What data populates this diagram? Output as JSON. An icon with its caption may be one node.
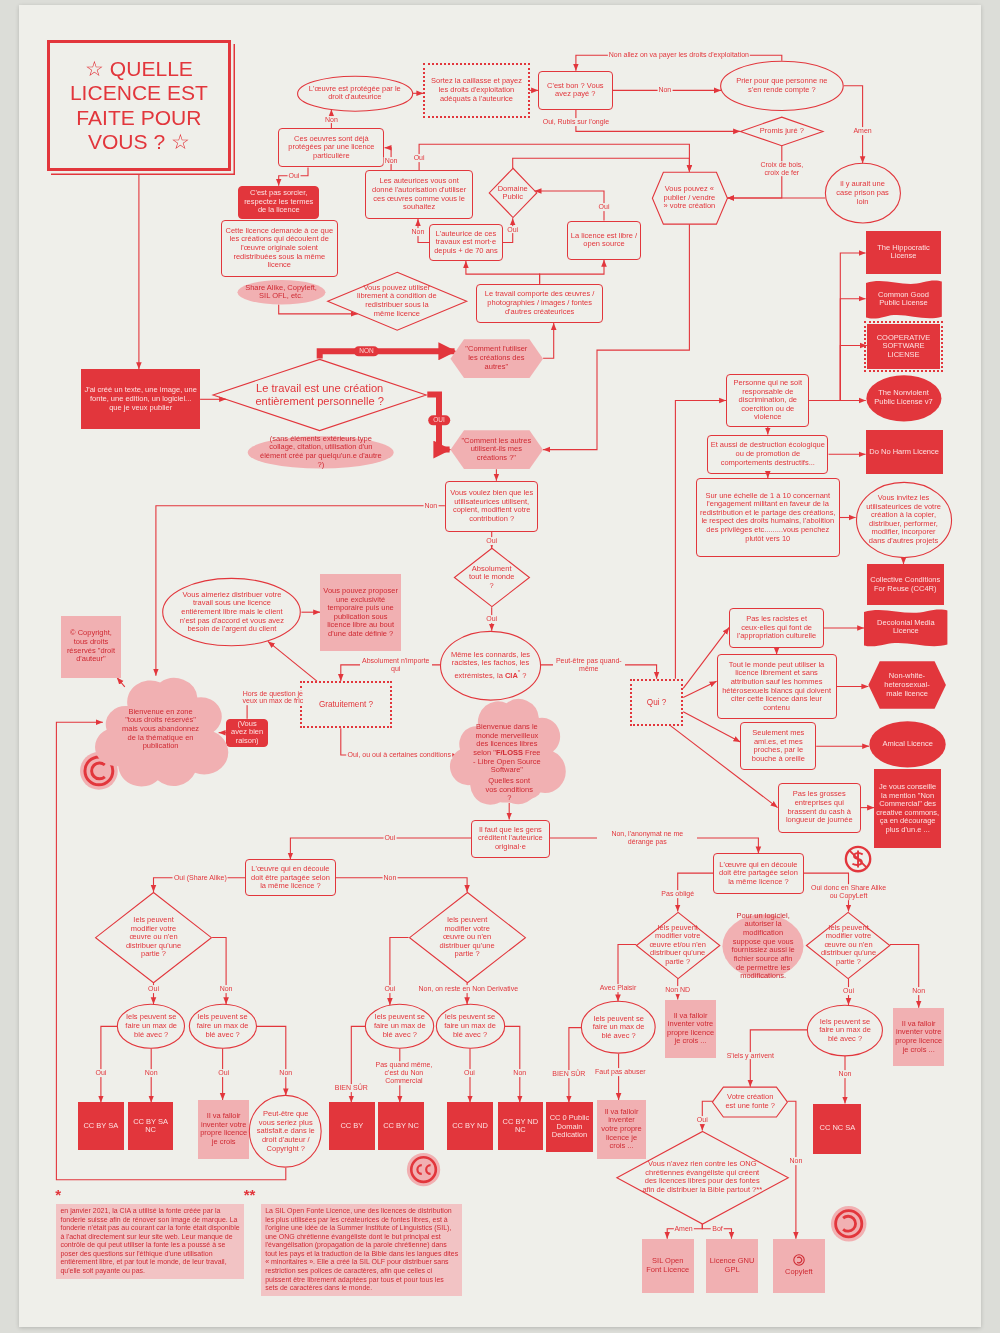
{
  "diagram": {
    "nodes": [
      {
        "text": [
          "☆ QUELLE LICENCE EST FAITE POUR VOUS ? ☆"
        ]
      },
      {
        "text": [
          "J'ai créé un texte, une image, une fonte, une edition, un logiciel... que je veux publier"
        ]
      },
      {
        "text": [
          "Le travail est une création entièrement personnelle ?"
        ]
      },
      {
        "text": [
          "(sans éléments extérieurs type collage, citation, utilisation d'un élément créé par quelqu'un.e d'autre ?)"
        ]
      },
      {
        "text": [
          "\"Comment l'utiliser les créations des autres\""
        ]
      },
      {
        "text": [
          "\"Comment les autres utilisent-ils mes créations ?\""
        ]
      },
      {
        "text": [
          "L'œuvre est protégée par le droit d'auteurice"
        ]
      },
      {
        "text": [
          "Sortez la caillasse et payez les droits d'exploitation adéquats à l'auteurice"
        ]
      },
      {
        "text": [
          "C'est bon ? Vous avez payé ?"
        ]
      },
      {
        "text": [
          "Prier pour que personne ne s'en rende compte ?"
        ]
      },
      {
        "text": [
          "Promis juré ?"
        ]
      },
      {
        "text": [
          "il y aurait une case prison pas loin"
        ]
      },
      {
        "text": [
          "Vous pouvez « publier / vendre » votre création"
        ]
      },
      {
        "text": [
          "Ces oeuvres sont déjà protégées par une licence particulière"
        ]
      },
      {
        "text": [
          "C'est pas sorcier, respectez les termes de la licence"
        ]
      },
      {
        "text": [
          "Cette licence demande à ce que les créations qui découlent de l'œuvre originale soient redistribuées sous la même licence"
        ]
      },
      {
        "text": [
          "Share Alike, Copyleft, SIL OFL, etc."
        ]
      },
      {
        "text": [
          "Vous pouvez utiliser librement à condition de redistribuer sous la même licence"
        ]
      },
      {
        "text": [
          "Les auteurices vous ont donné l'autorisation d'utiliser ces œuvres comme vous le souhaitez"
        ]
      },
      {
        "text": [
          "L'auteurice de ces travaux est mort·e depuis + de 70 ans"
        ]
      },
      {
        "text": [
          "Domaine Public"
        ]
      },
      {
        "text": [
          "La licence est libre / open source"
        ]
      },
      {
        "text": [
          "Le travail comporte des œuvres / photographies / images / fontes d'autres créateurices"
        ]
      },
      {
        "text": [
          "Personne qui ne soit responsable de discrimination, de coercition ou de violence"
        ]
      },
      {
        "text": [
          "Et aussi de destruction écologique ou de promotion de comportements destructifs..."
        ]
      },
      {
        "text": [
          "Sur une échelle de 1 à 10 concernant l'engagement militant en faveur de la redistribution et le partage des créations, le respect des droits humains, l'abolition des privilèges etc.........vous penchez plutôt vers 10"
        ]
      },
      {
        "text": [
          "Vous invitez les utilisateurices de votre création à la copier, distribuer, performer, modifier, incorporer dans d'autres projets"
        ]
      },
      {
        "text": [
          "The Hippocratic License"
        ]
      },
      {
        "text": [
          "Common Good Public License"
        ]
      },
      {
        "text": [
          "COOPERATIVE SOFTWARE LICENSE"
        ]
      },
      {
        "text": [
          "The Nonviolent Public License v7"
        ]
      },
      {
        "text": [
          "Do No Harm Licence"
        ]
      },
      {
        "text": [
          "Collective Conditions For Reuse (CC4R)"
        ]
      },
      {
        "text": [
          "Decolonial Media Licence"
        ]
      },
      {
        "text": [
          "Non-white-heterosexual-male licence"
        ]
      },
      {
        "text": [
          "Amical Licence"
        ]
      },
      {
        "text": [
          "Je vous conseille la mention \"Non Commercial\" des creative commons, ça en décourage plus d'un.e ..."
        ]
      },
      {
        "text": [
          "Vous voulez bien que les utilisateurices utilisent, copient, modifient votre contribution ?"
        ]
      },
      {
        "text": [
          "Absolument tout le monde ?"
        ]
      },
      {
        "text": [
          "Même les connards, les racistes, les fachos, les extrémistes, la **CIA**$^{*}$ ?"
        ]
      },
      {
        "text": [
          "Qui ?"
        ]
      },
      {
        "text": [
          "Pas les racistes et ceux·elles qui font de l'appropriation culturelle"
        ]
      },
      {
        "text": [
          "Tout le monde peut utiliser la licence librement et sans attribution sauf les hommes hétérosexuels blancs qui doivent citer cette licence dans leur contenu"
        ]
      },
      {
        "text": [
          "Seulement mes ami.es, et mes proches, par le bouche à oreille"
        ]
      },
      {
        "text": [
          "Pas les grosses entreprises qui brassent du cash à longueur de journée"
        ]
      },
      {
        "text": [
          "Vous aimeriez distribuer votre travail sous une licence entièrement libre mais le client n'est pas d'accord et vous avez besoin de l'argent du client"
        ]
      },
      {
        "text": [
          "Vous pouvez proposer une exclusivité temporaire puis une publication sous licence libre au bout d'une date définie ?"
        ]
      },
      {
        "text": [
          "Gratuitement ?"
        ]
      },
      {
        "text": [
          "(Vous avez bien raison)"
        ]
      },
      {
        "text": [
          "Bienvenue en zone \"tous droits réservés\" mais vous abandonnez de la thématique en publication"
        ]
      },
      {
        "text": [
          "© Copyright, tous droits réservés \"droit d'auteur\""
        ]
      },
      {
        "text": [
          "Bienvenue dans le monde merveilleux des licences libres selon \"**F/LOSS** Free - Libre Open Source Software\""
        ]
      },
      {
        "text": [
          "Quelles sont vos conditions ?"
        ],
        "in": 51
      },
      {
        "text": [
          "Il faut que les gens créditent l'auteurice original·e"
        ]
      },
      {
        "text": [
          "L'œuvre qui en découle doit être partagée selon la même licence ?"
        ]
      },
      {
        "text": [
          "Iels peuvent modifier votre œuvre ou n'en distribuer qu'une partie ?"
        ]
      },
      {
        "text": [
          "Iels peuvent modifier votre œuvre ou n'en distribuer qu'une partie ?"
        ]
      },
      {
        "text": [
          "Iels peuvent se faire un max de blé avec ?"
        ]
      },
      {
        "text": [
          "Iels peuvent se faire un max de blé avec ?"
        ]
      },
      {
        "text": [
          "Iels peuvent se faire un max de blé avec ?"
        ]
      },
      {
        "text": [
          "Iels peuvent se faire un max de blé avec ?"
        ]
      },
      {
        "text": [
          "CC BY SA"
        ]
      },
      {
        "text": [
          "CC BY SA NC"
        ]
      },
      {
        "text": [
          "Il va falloir inventer votre propre licence je crois"
        ]
      },
      {
        "text": [
          "Peut-être que vous seriez plus satisfait.e dans le droit d'auteur / Copyright ?"
        ]
      },
      {
        "text": [
          "CC BY"
        ]
      },
      {
        "text": [
          "CC BY NC"
        ]
      },
      {
        "text": [
          "CC BY ND"
        ]
      },
      {
        "text": [
          "CC BY ND NC"
        ]
      },
      {
        "text": [
          "L'œuvre qui en découle doit être partagée selon la même licence ?"
        ]
      },
      {
        "text": [
          "Iels peuvent modifier votre œuvre et/ou n'en distribuer qu'une partie ?"
        ]
      },
      {
        "text": [
          "Pour un logiciel, autoriser la modification suppose que vous fournissiez aussi le fichier source afin de permettre les modifications."
        ]
      },
      {
        "text": [
          "Iels peuvent modifier votre œuvre ou n'en distribuer qu'une partie ?"
        ]
      },
      {
        "text": [
          "Iels peuvent se faire un max de blé avec ?"
        ]
      },
      {
        "text": [
          "Il va falloir inventer votre propre licence je crois ..."
        ]
      },
      {
        "text": [
          "Iels peuvent se faire un max de blé avec ?"
        ]
      },
      {
        "text": [
          "Il va falloir inventer votre propre licence je crois ..."
        ]
      },
      {
        "text": [
          "CC 0 Public Domain Dedication"
        ]
      },
      {
        "text": [
          "Il va falloir inventer votre propre licence je crois ..."
        ]
      },
      {
        "text": [
          "Votre création est une fonte ?"
        ]
      },
      {
        "text": [
          "CC NC SA"
        ]
      },
      {
        "text": [
          "Vous n'avez rien contre les ONG chrétiennes évangéliste qui créent des licences libres pour des fontes afin de distribuer la Bible partout ?**"
        ]
      },
      {
        "text": [
          "SIL Open Font Licence"
        ]
      },
      {
        "text": [
          "Licence GNU GPL"
        ]
      },
      {
        "text": [
          "Copyleft"
        ]
      }
    ],
    "edges": [
      {
        "from": 0,
        "to": 1,
        "arrow": "to"
      },
      {
        "from": 1,
        "to": 2,
        "arrow": "to"
      },
      {
        "from": 2,
        "to": 4,
        "arrow": "to",
        "label": "NON",
        "style": "thick"
      },
      {
        "from": 2,
        "to": 5,
        "arrow": "to",
        "label": "OUI",
        "style": "thick"
      },
      {
        "from": 4,
        "to": 22,
        "arrow": "to"
      },
      {
        "from": 22,
        "to": 19,
        "arrow": "to"
      },
      {
        "from": 22,
        "to": 21,
        "arrow": "to"
      },
      {
        "from": 19,
        "to": 18,
        "arrow": "to",
        "label": "Non"
      },
      {
        "from": 19,
        "to": 20,
        "arrow": "to",
        "label": "Oui"
      },
      {
        "from": 21,
        "to": 20,
        "arrow": "to",
        "label": "Oui"
      },
      {
        "from": 20,
        "to": 12,
        "arrow": "to"
      },
      {
        "from": 18,
        "to": 12,
        "arrow": "to",
        "label": "Oui"
      },
      {
        "from": 18,
        "to": 13,
        "arrow": "to",
        "label": "Non"
      },
      {
        "from": 13,
        "to": 6,
        "arrow": "to",
        "label": "Non"
      },
      {
        "from": 13,
        "to": 14,
        "arrow": "to",
        "label": "Oui"
      },
      {
        "from": 16,
        "to": 17,
        "arrow": "to"
      },
      {
        "from": 6,
        "to": 7,
        "arrow": "to"
      },
      {
        "from": 7,
        "to": 8,
        "arrow": "to"
      },
      {
        "from": 8,
        "to": 9,
        "arrow": "to",
        "label": "Non"
      },
      {
        "from": 9,
        "to": 8,
        "arrow": "to",
        "label": "Non allez on va payer les droits d'exploitation"
      },
      {
        "from": 8,
        "to": 10,
        "arrow": "to",
        "label": "Oui, Rubis sur l'ongle"
      },
      {
        "from": 9,
        "to": 11,
        "arrow": "to",
        "label": "Amen"
      },
      {
        "from": 10,
        "to": 12,
        "arrow": "to",
        "label": "Croix de bois, croix de fer"
      },
      {
        "from": 11,
        "to": 12,
        "arrow": "to"
      },
      {
        "from": 12,
        "to": 5,
        "arrow": "to"
      },
      {
        "from": 5,
        "to": 37,
        "arrow": "to"
      },
      {
        "from": 37,
        "to": 38,
        "arrow": "to",
        "label": "Oui"
      },
      {
        "from": 38,
        "to": 39,
        "arrow": "to",
        "label": "Oui"
      },
      {
        "from": 37,
        "to": 49,
        "arrow": "to",
        "label": "Non"
      },
      {
        "from": 39,
        "to": 40,
        "arrow": "to",
        "label": "Peut-être pas quand-même"
      },
      {
        "from": 39,
        "to": 47,
        "arrow": "to",
        "label": "Absolument n'importe qui"
      },
      {
        "from": 47,
        "to": 45,
        "arrow": "to"
      },
      {
        "from": 45,
        "to": 46,
        "arrow": "to"
      },
      {
        "from": 47,
        "to": 48,
        "arrow": "none",
        "label": "Hors de question je veux un max de fric"
      },
      {
        "from": 48,
        "to": 49,
        "arrow": "to"
      },
      {
        "from": 49,
        "to": 50,
        "arrow": "to"
      },
      {
        "from": 47,
        "to": 51,
        "arrow": "to",
        "label": "Oui, ou oui à certaines conditions"
      },
      {
        "from": 52,
        "to": 53,
        "arrow": "to"
      },
      {
        "from": 40,
        "to": 23,
        "arrow": "to"
      },
      {
        "from": 40,
        "to": 41,
        "arrow": "to"
      },
      {
        "from": 40,
        "to": 42,
        "arrow": "to"
      },
      {
        "from": 40,
        "to": 43,
        "arrow": "to"
      },
      {
        "from": 40,
        "to": 44,
        "arrow": "to"
      },
      {
        "from": 23,
        "to": 27,
        "arrow": "to"
      },
      {
        "from": 23,
        "to": 28,
        "arrow": "to"
      },
      {
        "from": 23,
        "to": 29,
        "arrow": "to"
      },
      {
        "from": 23,
        "to": 30,
        "arrow": "to"
      },
      {
        "from": 23,
        "to": 24,
        "arrow": "to"
      },
      {
        "from": 24,
        "to": 31,
        "arrow": "to"
      },
      {
        "from": 24,
        "to": 25,
        "arrow": "to"
      },
      {
        "from": 25,
        "to": 26,
        "arrow": "to"
      },
      {
        "from": 26,
        "to": 32,
        "arrow": "to"
      },
      {
        "from": 41,
        "to": 33,
        "arrow": "to"
      },
      {
        "from": 41,
        "to": 42,
        "arrow": "to"
      },
      {
        "from": 42,
        "to": 34,
        "arrow": "to"
      },
      {
        "from": 43,
        "to": 35,
        "arrow": "to"
      },
      {
        "from": 44,
        "to": 36,
        "arrow": "to"
      },
      {
        "from": 53,
        "to": 54,
        "arrow": "to",
        "label": "Oui"
      },
      {
        "from": 53,
        "to": 69,
        "arrow": "to",
        "label": "Non, l'anonymat ne me dérange pas"
      },
      {
        "from": 54,
        "to": 55,
        "arrow": "to",
        "label": "Oui (Share Alike)"
      },
      {
        "from": 54,
        "to": 56,
        "arrow": "to",
        "label": "Non"
      },
      {
        "from": 55,
        "to": 57,
        "arrow": "to",
        "label": "Oui"
      },
      {
        "from": 55,
        "to": 58,
        "arrow": "to",
        "label": "Non"
      },
      {
        "from": 57,
        "to": 61,
        "arrow": "to",
        "label": "Oui"
      },
      {
        "from": 57,
        "to": 62,
        "arrow": "to",
        "label": "Non"
      },
      {
        "from": 58,
        "to": 63,
        "arrow": "to",
        "label": "Oui"
      },
      {
        "from": 58,
        "to": 64,
        "arrow": "to",
        "label": "Non"
      },
      {
        "from": 56,
        "to": 59,
        "arrow": "to",
        "label": "Oui"
      },
      {
        "from": 56,
        "to": 60,
        "arrow": "to",
        "label": "Non, on reste en Non Derivative"
      },
      {
        "from": 59,
        "to": 65,
        "arrow": "to",
        "label": "BIEN SÛR"
      },
      {
        "from": 59,
        "to": 66,
        "arrow": "to",
        "label": "Pas quand même, c'est du Non Commercial"
      },
      {
        "from": 60,
        "to": 67,
        "arrow": "to",
        "label": "Oui"
      },
      {
        "from": 60,
        "to": 68,
        "arrow": "to",
        "label": "Non"
      },
      {
        "from": 64,
        "to": 49,
        "arrow": "to"
      },
      {
        "from": 69,
        "to": 70,
        "arrow": "to",
        "label": "Pas obligé"
      },
      {
        "from": 69,
        "to": 72,
        "arrow": "to",
        "label": "Oui donc en Share Alike ou CopyLeft"
      },
      {
        "from": 70,
        "to": 73,
        "arrow": "to",
        "label": "Avec Plaisir"
      },
      {
        "from": 70,
        "to": 74,
        "arrow": "to",
        "label": "Non ND"
      },
      {
        "from": 72,
        "to": 75,
        "arrow": "to",
        "label": "Oui"
      },
      {
        "from": 72,
        "to": 76,
        "arrow": "to",
        "label": "Non"
      },
      {
        "from": 73,
        "to": 77,
        "arrow": "to",
        "label": "BIEN SÛR"
      },
      {
        "from": 73,
        "to": 78,
        "arrow": "to",
        "label": "Faut pas abuser"
      },
      {
        "from": 75,
        "to": 79,
        "arrow": "to",
        "label": "S'iels y arrivent"
      },
      {
        "from": 75,
        "to": 80,
        "arrow": "to",
        "label": "Non"
      },
      {
        "from": 79,
        "to": 81,
        "arrow": "to",
        "label": "Oui"
      },
      {
        "from": 79,
        "to": 84,
        "arrow": "to",
        "label": "Non"
      },
      {
        "from": 81,
        "to": 82,
        "arrow": "to",
        "label": "Amen"
      },
      {
        "from": 81,
        "to": 83,
        "arrow": "to",
        "label": "Bof"
      }
    ],
    "labels": [
      "*",
      "en janvier 2021, la CIA a utilisé la fonte créée par la fonderie suisse afin de rénover son image de marque. La fonderie n'était pas au courant car la fonte était disponible à l'achat directement sur leur site web. Leur manque de contrôle de qui peut utiliser la fonte les a poussé à se poser des questions sur l'éthique d'une utilisation entièrement libre, et par tout le monde, de leur travail, qu'elle soit payante ou pas.",
      "**",
      "La SIL Open Fonte Licence, une des licences de distribution les plus utilisées par les créateurices de fontes libres, est à l'origine une idée de la Summer Institute of Linguistics (SIL), une ONG chrétienne évangéliste dont le but principal est l'évangélisation (propagation de la parole chrétienne) dans tout les pays et la traduction de la Bible dans les langues dites « minoritaires ». Elle a créé la SIL OLF pour distribuer sans restriction ses polices de caractères, afin que celles ci puissent être librement adaptées par tous et pour tous les sets de caractères dans le monde."
    ]
  }
}
